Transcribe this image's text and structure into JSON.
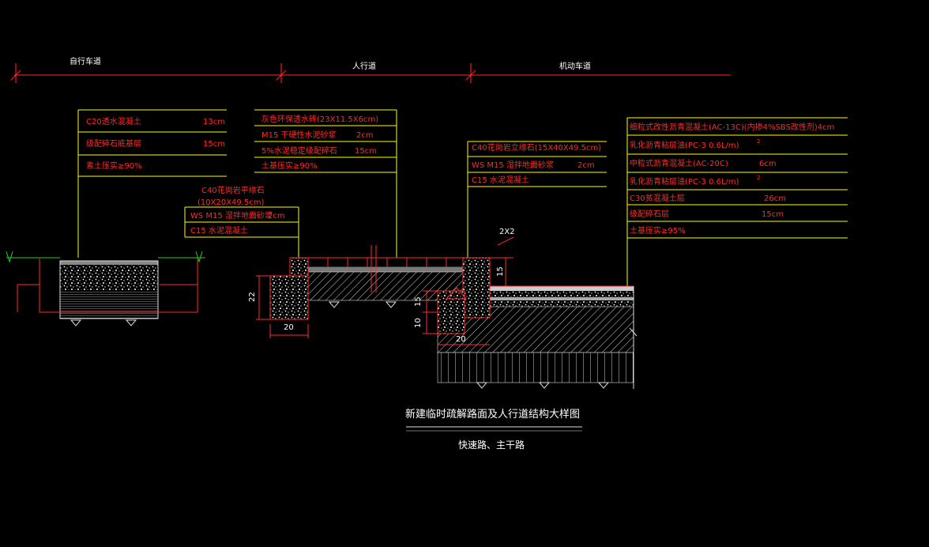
{
  "zones": {
    "bike_lane": "自行车道",
    "sidewalk": "人行道",
    "motor_lane": "机动车道"
  },
  "bike_lane_layers": [
    {
      "name": "C20透水混凝土",
      "value": "13cm"
    },
    {
      "name": "级配碎石底基层",
      "value": "15cm"
    },
    {
      "name": "素土压实≥90%",
      "value": ""
    }
  ],
  "sidewalk_layers": [
    {
      "name": "灰色环保透水砖(23X11.5X6cm)",
      "value": ""
    },
    {
      "name": "M15  干硬性水泥砂浆",
      "value": "2cm"
    },
    {
      "name": "5%水泥稳定级配碎石",
      "value": "15cm"
    },
    {
      "name": "土基压实≥90%",
      "value": ""
    }
  ],
  "small_curb_layers": [
    {
      "name": "C40花岗岩平缘石",
      "value": ""
    },
    {
      "name": "(10X20X49.5cm)",
      "value": ""
    },
    {
      "name": "WS M15  湿拌地面砂浆",
      "value": "2cm"
    },
    {
      "name": "C15  水泥混凝土",
      "value": ""
    }
  ],
  "large_curb_layers": [
    {
      "name": "C40花岗岩立缘石(15X40X49.5cm)",
      "value": ""
    },
    {
      "name": "WS M15  湿拌地面砂浆",
      "value": "2cm"
    },
    {
      "name": "C15  水泥混凝土",
      "value": ""
    }
  ],
  "road_layers": [
    {
      "name": "细粒式改性沥青混凝土(AC-13C)(内掺4%SBS改性剂)4cm",
      "value": ""
    },
    {
      "name": "乳化沥青粘层油(PC-3    0.6L/m)",
      "value": "",
      "sup": "2"
    },
    {
      "name": "中粒式沥青混凝土(AC-20C)",
      "value": "6cm"
    },
    {
      "name": "乳化沥青粘层油(PC-3    0.6L/m)",
      "value": "",
      "sup": "2"
    },
    {
      "name": "C30贫混凝土层",
      "value": "26cm"
    },
    {
      "name": "级配碎石层",
      "value": "15cm"
    },
    {
      "name": "土基压实≥95%",
      "value": ""
    }
  ],
  "dimensions": {
    "chamfer": "2X2",
    "curb_top_height": "15",
    "small_curb_height": "22",
    "small_curb_width": "20",
    "large_curb_height_a": "15",
    "large_curb_height_b": "10",
    "large_curb_width": "20"
  },
  "title": "新建临时疏解路面及人行道结构大样图",
  "subtitle": "快速路、主干路"
}
